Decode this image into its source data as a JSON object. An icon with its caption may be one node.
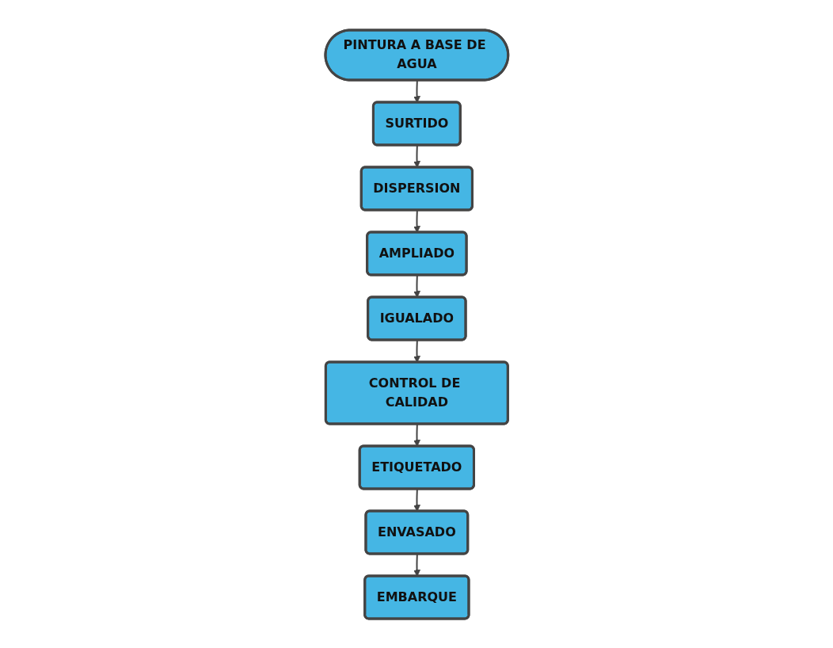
{
  "diagram": {
    "nodes": [
      {
        "text": [
          "PINTURA A BASE DE AGUA"
        ]
      },
      {
        "text": [
          "SURTIDO"
        ]
      },
      {
        "text": [
          "DISPERSION"
        ]
      },
      {
        "text": [
          "AMPLIADO"
        ]
      },
      {
        "text": [
          "IGUALADO"
        ]
      },
      {
        "text": [
          "CONTROL DE CALIDAD"
        ]
      },
      {
        "text": [
          "ETIQUETADO"
        ]
      },
      {
        "text": [
          "ENVASADO"
        ]
      },
      {
        "text": [
          "EMBARQUE"
        ]
      }
    ],
    "edges": [
      {
        "from": 0,
        "to": 1,
        "arrow": "to"
      },
      {
        "from": 1,
        "to": 2,
        "arrow": "to"
      },
      {
        "from": 2,
        "to": 3,
        "arrow": "to"
      },
      {
        "from": 3,
        "to": 4,
        "arrow": "to"
      },
      {
        "from": 4,
        "to": 5,
        "arrow": "to"
      },
      {
        "from": 5,
        "to": 6,
        "arrow": "to"
      },
      {
        "from": 6,
        "to": 7,
        "arrow": "to"
      },
      {
        "from": 7,
        "to": 8,
        "arrow": "to"
      }
    ]
  }
}
